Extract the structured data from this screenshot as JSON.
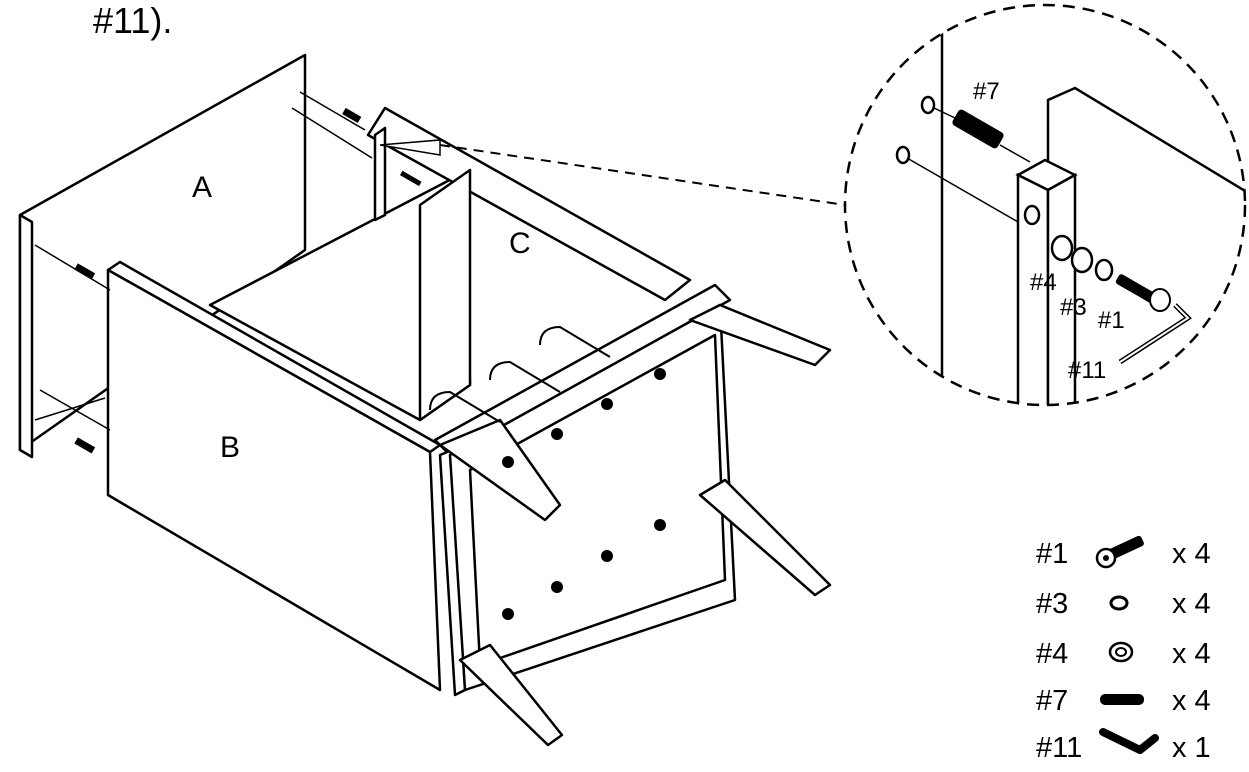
{
  "instruction_tail": "#11).",
  "panels": {
    "a": "A",
    "b": "B",
    "c": "C"
  },
  "detail_callouts": [
    "#7",
    "#4",
    "#3",
    "#1",
    "#11"
  ],
  "parts": [
    {
      "id": "#1",
      "qty": "x 4",
      "icon": "bolt-icon"
    },
    {
      "id": "#3",
      "qty": "x 4",
      "icon": "lock-washer-icon"
    },
    {
      "id": "#4",
      "qty": "x 4",
      "icon": "flat-washer-icon"
    },
    {
      "id": "#7",
      "qty": "x 4",
      "icon": "dowel-icon"
    },
    {
      "id": "#11",
      "qty": "x 1",
      "icon": "allen-key-icon"
    }
  ]
}
